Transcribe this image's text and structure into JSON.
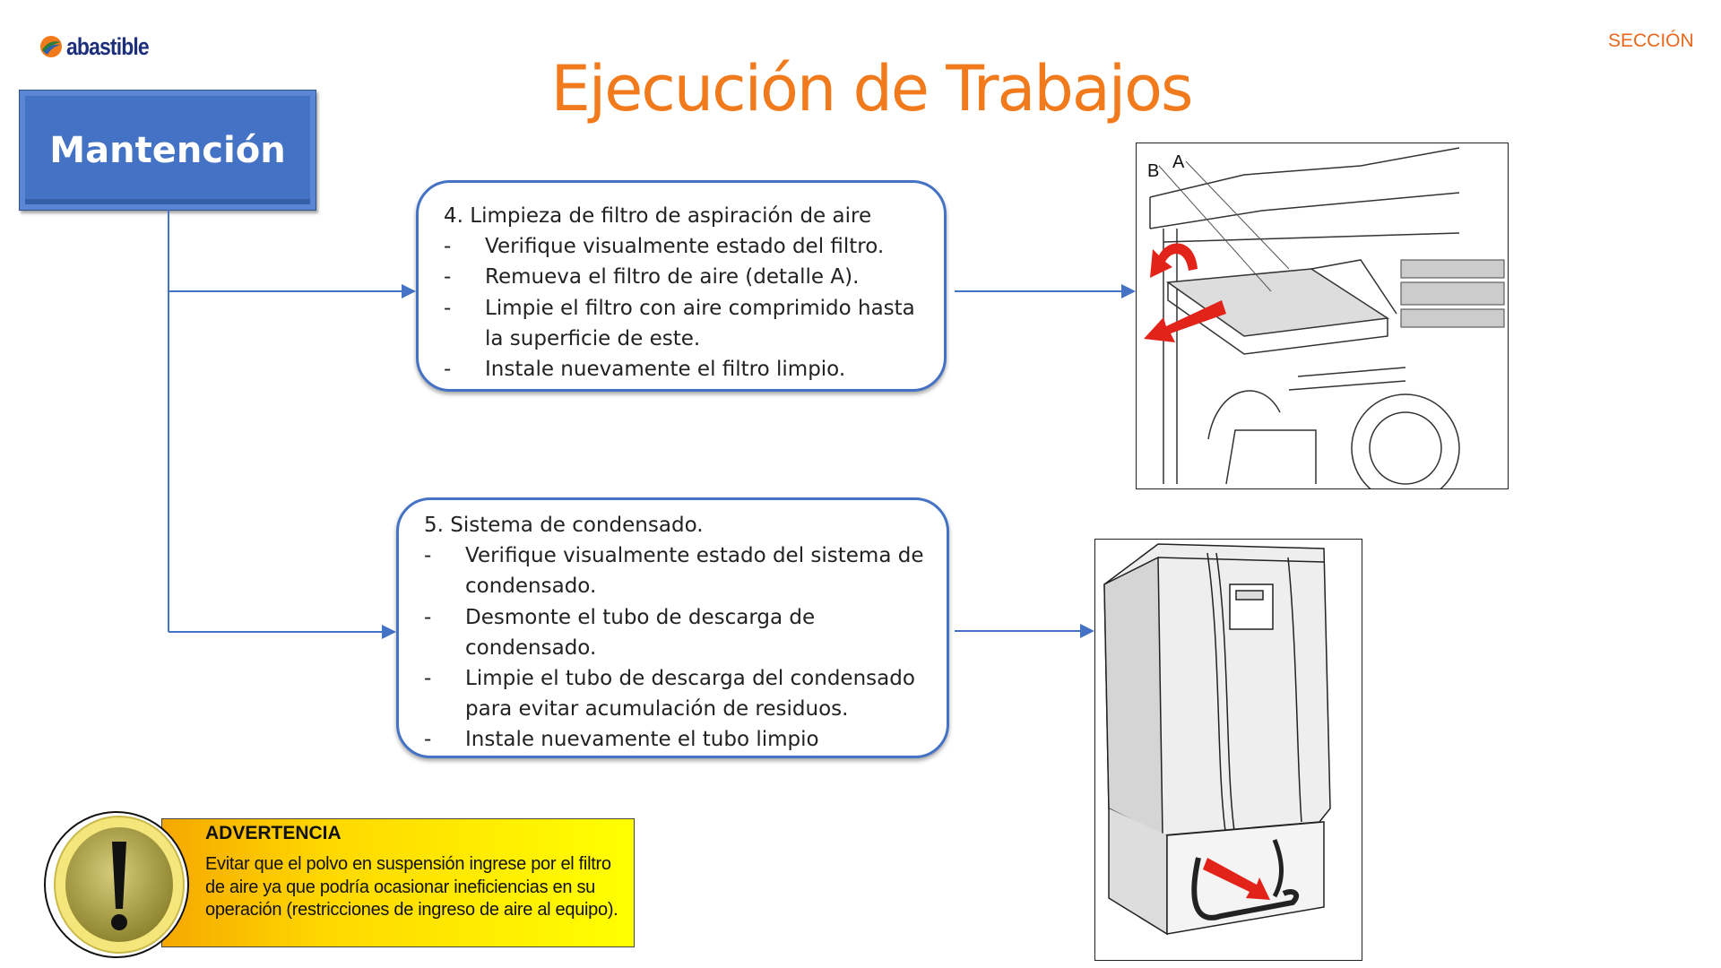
{
  "header": {
    "logo_text": "abastible",
    "section_label": "SECCIÓN",
    "title": "Ejecución de Trabajos"
  },
  "category": "Mantención",
  "steps": [
    {
      "heading": "4. Limpieza de filtro de aspiración de aire",
      "items": [
        "Verifique visualmente estado del filtro.",
        "Remueva el filtro de aire (detalle A).",
        "Limpie el filtro con aire comprimido hasta la superficie de este.",
        "Instale nuevamente el filtro limpio."
      ]
    },
    {
      "heading": "5. Sistema de condensado.",
      "items": [
        "Verifique visualmente estado del sistema de condensado.",
        "Desmonte el tubo de descarga de condensado.",
        "Limpie el tubo de descarga del condensado para evitar acumulación de residuos.",
        "Instale nuevamente el tubo limpio"
      ]
    }
  ],
  "figures": {
    "filter_labels": {
      "a": "A",
      "b": "B"
    }
  },
  "warning": {
    "title": "ADVERTENCIA",
    "body": "Evitar que el polvo en suspensión ingrese por el filtro de aire ya que podría ocasionar ineficiencias en su operación (restricciones de ingreso de aire al equipo)."
  },
  "colors": {
    "accent": "#f07a1c",
    "primary": "#4472c4",
    "warning": "#ffff00"
  }
}
